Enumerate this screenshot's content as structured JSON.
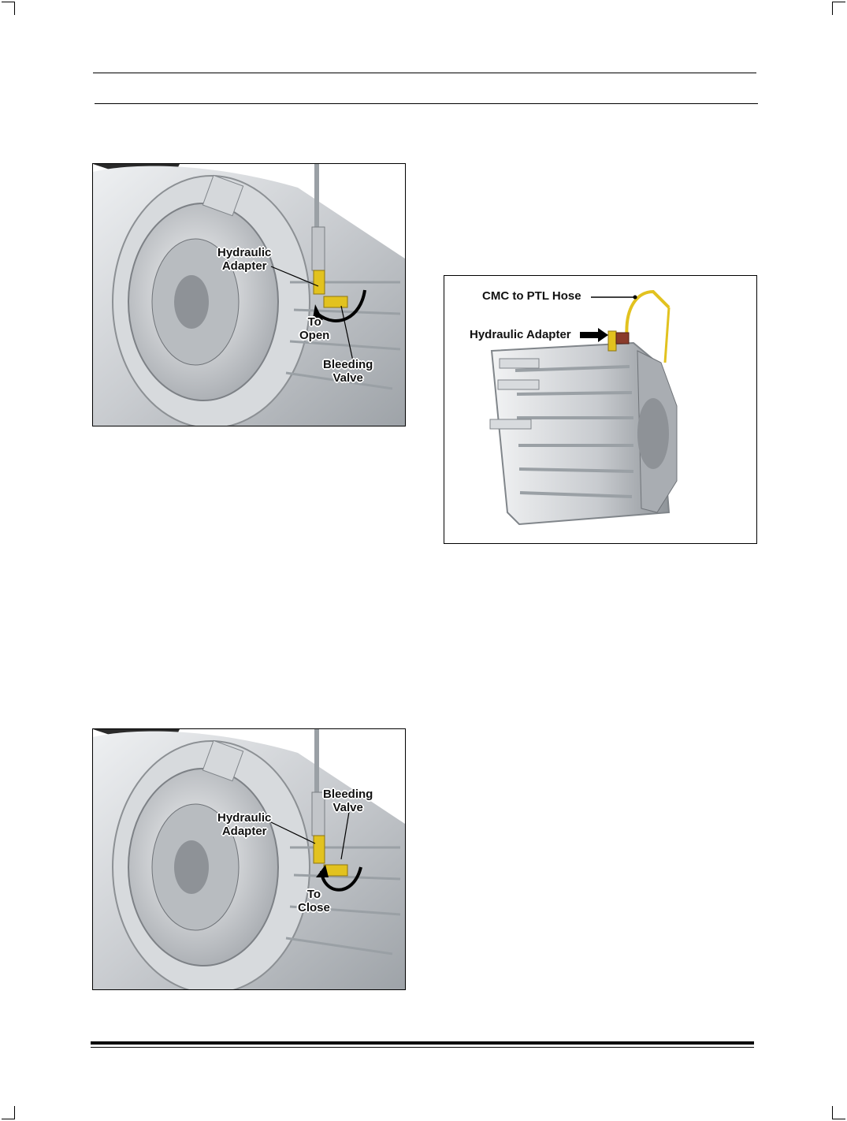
{
  "figures": {
    "open": {
      "labels": {
        "hydraulic_adapter_line1": "Hydraulic",
        "hydraulic_adapter_line2": "Adapter",
        "to_open_line1": "To",
        "to_open_line2": "Open",
        "bleeding_valve_line1": "Bleeding",
        "bleeding_valve_line2": "Valve"
      }
    },
    "housing": {
      "labels": {
        "cmc_hose": "CMC to PTL Hose",
        "hydraulic_adapter": "Hydraulic Adapter"
      }
    },
    "close": {
      "labels": {
        "bleeding_valve_line1": "Bleeding",
        "bleeding_valve_line2": "Valve",
        "hydraulic_adapter_line1": "Hydraulic",
        "hydraulic_adapter_line2": "Adapter",
        "to_close_line1": "To",
        "to_close_line2": "Close"
      }
    }
  },
  "colors": {
    "housing_silver": "#cfd2d5",
    "fitting_brass": "#e2c21f",
    "valve_red": "#8a3b2b",
    "ink": "#111111"
  },
  "icons": [
    "clutch-housing-illustration",
    "transmission-housing-illustration",
    "rotation-arrow-icon",
    "pointer-arrow-icon"
  ]
}
